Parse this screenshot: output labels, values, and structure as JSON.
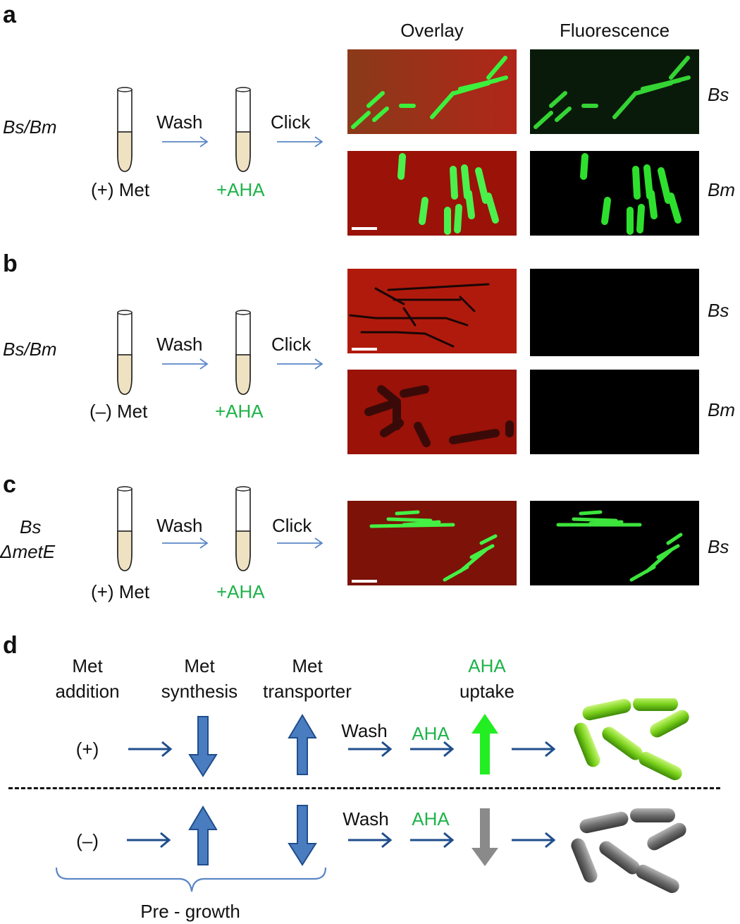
{
  "panels": {
    "a": {
      "letter": "a",
      "strain": "Bs/Bm",
      "condition": "(+) Met",
      "step1": "Wash",
      "step2": "Click",
      "label_aha": "+AHA"
    },
    "b": {
      "letter": "b",
      "strain": "Bs/Bm",
      "condition": "(–) Met",
      "step1": "Wash",
      "step2": "Click",
      "label_aha": "+AHA"
    },
    "c": {
      "letter": "c",
      "strain_line1": "Bs",
      "strain_line2": "ΔmetE",
      "condition": "(+) Met",
      "step1": "Wash",
      "step2": "Click",
      "label_aha": "+AHA"
    },
    "d": {
      "letter": "d"
    }
  },
  "headers": {
    "overlay": "Overlay",
    "fluorescence": "Fluorescence"
  },
  "species": {
    "a_top": "Bs",
    "a_bottom": "Bm",
    "b_top": "Bs",
    "b_bottom": "Bm",
    "c": "Bs"
  },
  "scheme": {
    "col1": {
      "line1": "Met",
      "line2": "addition"
    },
    "col2": {
      "line1": "Met",
      "line2": "synthesis"
    },
    "col3": {
      "line1": "Met",
      "line2": "transporter"
    },
    "col4": {
      "line1": "AHA",
      "line2": "uptake"
    },
    "row_plus": {
      "label": "(+)",
      "wash": "Wash",
      "aha": "AHA"
    },
    "row_minus": {
      "label": "(–)",
      "wash": "Wash",
      "aha": "AHA"
    },
    "pregrowth": "Pre - growth"
  },
  "colors": {
    "aha_green": "#1fb34a",
    "arrow_blue": "#1f4e8c",
    "block_blue": "#4a7cc0",
    "uptake_green": "#22ee22",
    "uptake_gray": "#8a8a8a",
    "tube_fill": "#efe2c2",
    "bracket_blue": "#5b87c7"
  }
}
